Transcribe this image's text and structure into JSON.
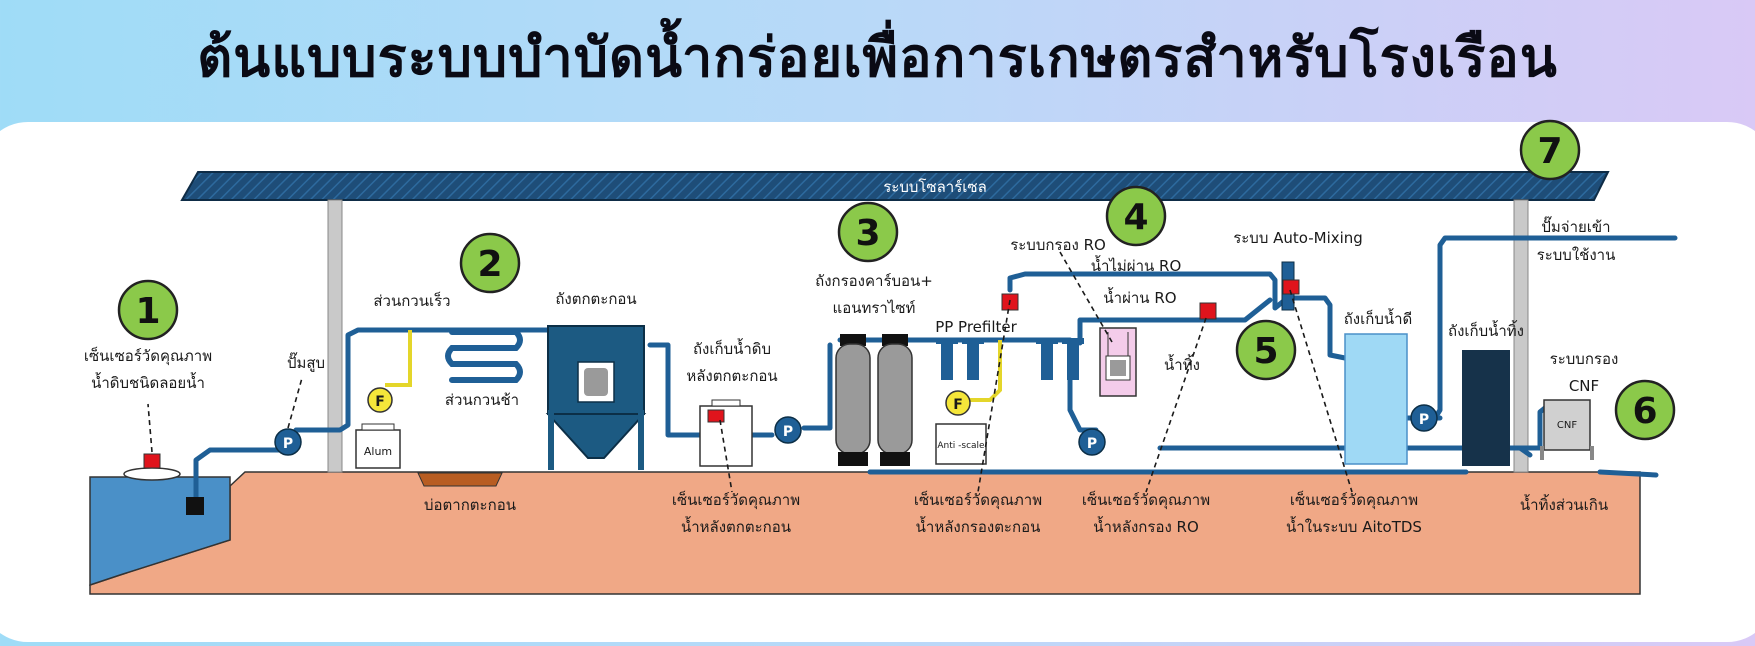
{
  "title": "ต้นแบบระบบบำบัดน้ำกร่อยเพื่อการเกษตรสำหรับโรงเรือน",
  "colors": {
    "pipe": "#1f5f96",
    "ground": "#f0a886",
    "water": "#4a90c8",
    "roof": "#1e4d78",
    "badge": "#8bc94a",
    "sensor": "#e0141c",
    "tank_dark": "#1c5a82",
    "tank_light": "#9fd9f5",
    "waste_tank": "#16324a"
  },
  "roof_label": "ระบบโซลาร์เซล",
  "steps": [
    "1",
    "2",
    "3",
    "4",
    "5",
    "6",
    "7"
  ],
  "labels": {
    "sensor_raw_1": "เซ็นเซอร์วัดคุณภาพ",
    "sensor_raw_2": "น้ำดิบชนิดลอยน้ำ",
    "pump_suction": "ปั๊มสูบ",
    "rapid_mix": "ส่วนกวนเร็ว",
    "slow_mix": "ส่วนกวนช้า",
    "settling_tank": "ถังตกตะกอน",
    "sludge_pond": "บ่อตากตะกอน",
    "raw_store_1": "ถังเก็บน้ำดิบ",
    "raw_store_2": "หลังตกตะกอน",
    "sensor_after_settle_1": "เซ็นเซอร์วัดคุณภาพ",
    "sensor_after_settle_2": "น้ำหลังตกตะกอน",
    "carbon_filter_1": "ถังกรองคาร์บอน+",
    "carbon_filter_2": "แอนทราไซท์",
    "pp_prefilter": "PP Prefilter",
    "sensor_after_filter_1": "เซ็นเซอร์วัดคุณภาพ",
    "sensor_after_filter_2": "น้ำหลังกรองตะกอน",
    "ro_system": "ระบบกรอง  RO",
    "bypass_ro": "น้ำไม่ผ่าน RO",
    "through_ro": "น้ำผ่าน RO",
    "reject": "น้ำทิ้ง",
    "sensor_after_ro_1": "เซ็นเซอร์วัดคุณภาพ",
    "sensor_after_ro_2": "น้ำหลังกรอง  RO",
    "auto_mixing": "ระบบ  Auto-Mixing",
    "clean_tank": "ถังเก็บน้ำดี",
    "sensor_tds_1": "เซ็นเซอร์วัดคุณภาพ",
    "sensor_tds_2": "น้ำในระบบ  AitoTDS",
    "waste_tank": "ถังเก็บน้ำทิ้ง",
    "supply_pump_1": "ปั๊มจ่ายเข้า",
    "supply_pump_2": "ระบบใช้งาน",
    "cnf_system_1": "ระบบกรอง",
    "cnf_system_2": "CNF",
    "overflow": "น้ำทิ้งส่วนเกิน",
    "alum": "Alum",
    "antiscale": "Anti -scale",
    "cnf": "CNF",
    "pump_letter": "P",
    "flow_letter": "F"
  }
}
